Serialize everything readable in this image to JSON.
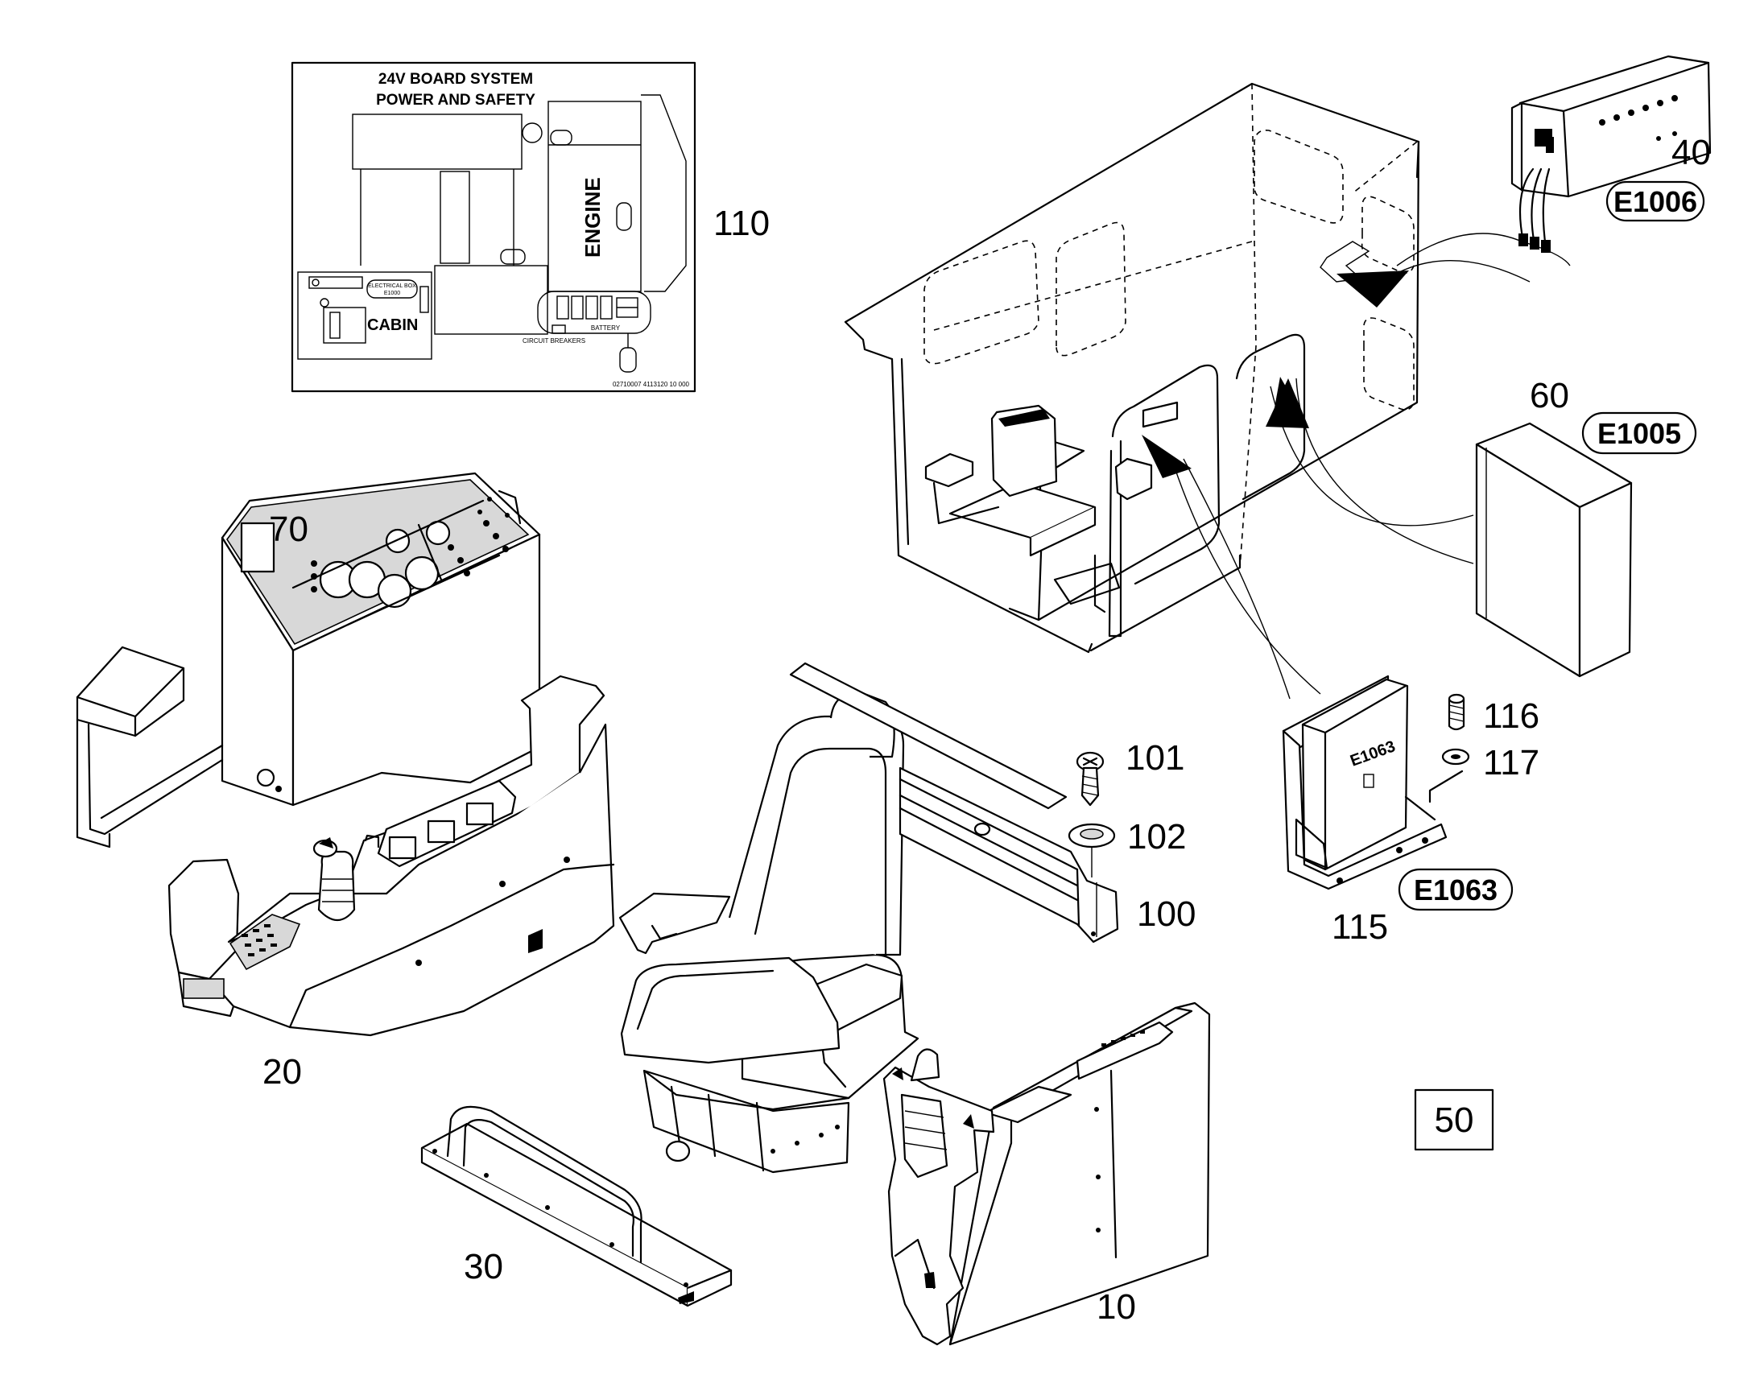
{
  "inset": {
    "title_line1": "24V BOARD SYSTEM",
    "title_line2": "POWER AND SAFETY",
    "engine": "ENGINE",
    "cabin": "CABIN",
    "circuit_breakers": "CIRCUIT BREAKERS",
    "battery": "BATTERY",
    "electrical_box": "ELECTRICAL BOX",
    "electrical_box_code": "E1000",
    "drawing_number": "02710007   4113120 10 000"
  },
  "callouts": {
    "p10": "10",
    "p20": "20",
    "p30": "30",
    "p40": "40",
    "p50": "50",
    "p60": "60",
    "p70": "70",
    "p100": "100",
    "p101": "101",
    "p102": "102",
    "p110": "110",
    "p115": "115",
    "p116": "116",
    "p117": "117"
  },
  "codes": {
    "e1006": "E1006",
    "e1005": "E1005",
    "e1063": "E1063",
    "e1063_box_label": "E1063"
  }
}
